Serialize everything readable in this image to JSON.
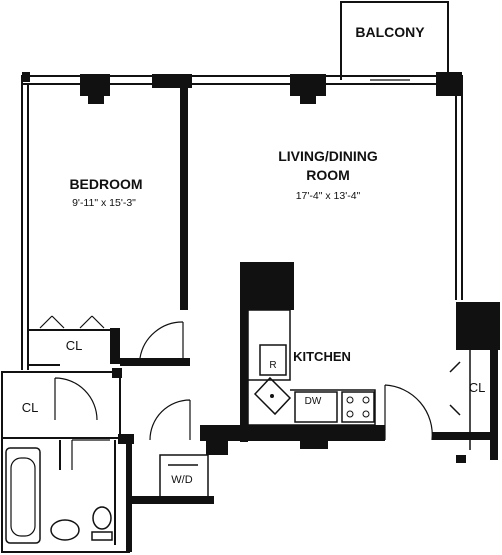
{
  "plan": {
    "rooms": {
      "balcony": {
        "name": "BALCONY"
      },
      "living": {
        "name_line1": "LIVING/DINING",
        "name_line2": "ROOM",
        "dimensions": "17'-4\" x 13'-4\""
      },
      "bedroom": {
        "name": "BEDROOM",
        "dimensions": "9'-11\" x 15'-3\""
      },
      "kitchen": {
        "name": "KITCHEN"
      }
    },
    "closets": {
      "bedroom_closet": "CL",
      "hall_closet": "CL",
      "living_closet": "CL"
    },
    "fixtures": {
      "refrigerator": "R",
      "dishwasher": "DW",
      "washer_dryer": "W/D"
    }
  }
}
